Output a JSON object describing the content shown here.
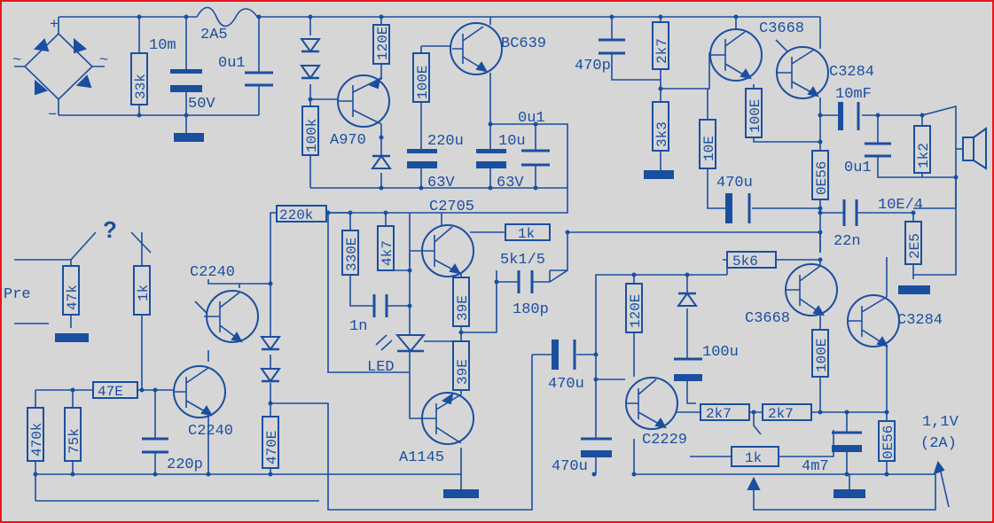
{
  "schematic": {
    "resistors": {
      "r_33k": "33k",
      "r_120e_top": "120E",
      "r_100k": "100k",
      "r_100e_a": "100E",
      "r_2k7_top": "2k7",
      "r_3k3": "3k3",
      "r_10e": "10E",
      "r_100e_b": "100E",
      "r_0e56_top": "0E56",
      "r_1k2": "1k2",
      "r_220k": "220k",
      "r_330e": "330E",
      "r_4k7": "4k7",
      "r_1k_mid": "1k",
      "r_39e_a": "39E",
      "r_39e_b": "39E",
      "r_47k": "47k",
      "r_1k_in": "1k",
      "r_47e": "47E",
      "r_470k": "470k",
      "r_75k": "75k",
      "r_470e": "470E",
      "r_2e5": "2E5",
      "r_5k6": "5k6",
      "r_120e_bot": "120E",
      "r_2k7_a": "2k7",
      "r_2k7_b": "2k7",
      "r_1k_pot": "1k",
      "r_100e_c": "100E",
      "r_0e56_bot": "0E56"
    },
    "capacitors": {
      "c_10m": "10m",
      "c_50v": "50V",
      "c_0u1_a": "0u1",
      "c_470p": "470p",
      "c_10mf": "10mF",
      "c_0u1_b": "0u1",
      "c_0u1_c": "0u1",
      "c_220u": "220u",
      "c_63v_a": "63V",
      "c_10u": "10u",
      "c_63v_b": "63V",
      "c_470u_top": "470u",
      "c_22n": "22n",
      "c_1n": "1n",
      "c_180p": "180p",
      "c_220p": "220p",
      "c_470u_mid": "470u",
      "c_100u": "100u",
      "c_470u_bot": "470u",
      "c_4m7": "4m7"
    },
    "transistors": {
      "q_bc639": "BC639",
      "q_a970": "A970",
      "q_c3668_top": "C3668",
      "q_c3284_top": "C3284",
      "q_c2705": "C2705",
      "q_c2240_a": "C2240",
      "q_c2240_b": "C2240",
      "q_a1145": "A1145",
      "q_c3668_bot": "C3668",
      "q_c3284_bot": "C3284",
      "q_c2229": "C2229"
    },
    "misc": {
      "fuse": "2A5",
      "plus": "+",
      "minus": "−",
      "tilde_l": "~",
      "tilde_r": "~",
      "pre": "Pre",
      "question": "?",
      "led": "LED",
      "zobel": "10E/4",
      "r5k15": "5k1/5",
      "bias_v": "1,1V",
      "bias_a": "(2A)"
    }
  }
}
